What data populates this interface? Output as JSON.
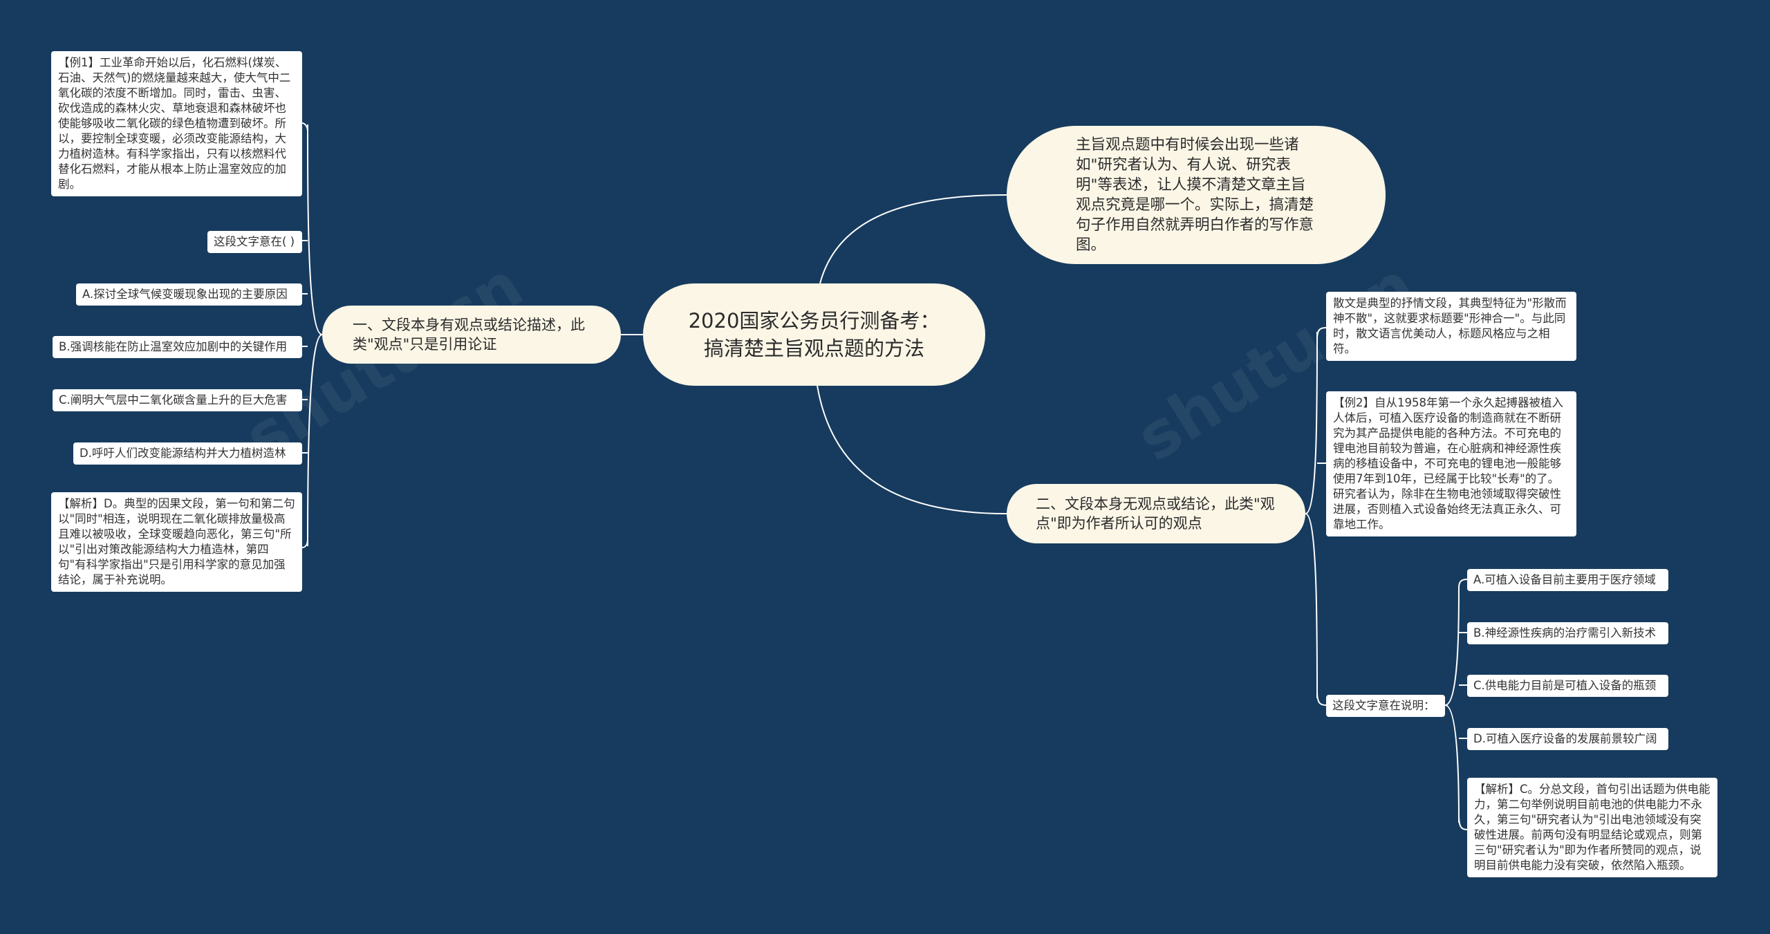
{
  "center": {
    "title": "2020国家公务员行测备考：搞清楚主旨观点题的方法"
  },
  "branches": {
    "left": {
      "label": "一、文段本身有观点或结论描述，此类\"观点\"只是引用论证",
      "items": [
        "【例1】工业革命开始以后，化石燃料(煤炭、石油、天然气)的燃烧量越来越大，使大气中二氧化碳的浓度不断增加。同时，雷击、虫害、砍伐造成的森林火灾、草地衰退和森林破坏也使能够吸收二氧化碳的绿色植物遭到破坏。所以，要控制全球变暖，必须改变能源结构，大力植树造林。有科学家指出，只有以核燃料代替化石燃料，才能从根本上防止温室效应的加剧。",
        "这段文字意在( )",
        "A.探讨全球气候变暖现象出现的主要原因",
        "B.强调核能在防止温室效应加剧中的关键作用",
        "C.阐明大气层中二氧化碳含量上升的巨大危害",
        "D.呼吁人们改变能源结构并大力植树造林",
        "【解析】D。典型的因果文段，第一句和第二句以\"同时\"相连，说明现在二氧化碳排放量极高且难以被吸收，全球变暖趋向恶化，第三句\"所以\"引出对策改能源结构大力植造林，第四句\"有科学家指出\"只是引用科学家的意见加强结论，属于补充说明。"
      ]
    },
    "right_top": {
      "label": "主旨观点题中有时候会出现一些诸如\"研究者认为、有人说、研究表明\"等表述，让人摸不清楚文章主旨观点究竟是哪一个。实际上，搞清楚句子作用自然就弄明白作者的写作意图。"
    },
    "right": {
      "label": "二、文段本身无观点或结论，此类\"观点\"即为作者所认可的观点",
      "items": [
        "散文是典型的抒情文段，其典型特征为\"形散而神不散\"，这就要求标题要\"形神合一\"。与此同时，散文语言优美动人，标题风格应与之相符。",
        "【例2】自从1958年第一个永久起搏器被植入人体后，可植入医疗设备的制造商就在不断研究为其产品提供电能的各种方法。不可充电的锂电池目前较为普遍，在心脏病和神经源性疾病的移植设备中，不可充电的锂电池一般能够使用7年到10年，已经属于比较\"长寿\"的了。研究者认为，除非在生物电池领域取得突破性进展，否则植入式设备始终无法真正永久、可靠地工作。",
        "这段文字意在说明："
      ],
      "sub_items": [
        "A.可植入设备目前主要用于医疗领域",
        "B.神经源性疾病的治疗需引入新技术",
        "C.供电能力目前是可植入设备的瓶颈",
        "D.可植入医疗设备的发展前景较广阔",
        "【解析】C。分总文段，首句引出话题为供电能力，第二句举例说明目前电池的供电能力不永久，第三句\"研究者认为\"引出电池领域没有突破性进展。前两句没有明显结论或观点，则第三句\"研究者认为\"即为作者所赞同的观点，说明目前供电能力没有突破，依然陷入瓶颈。"
      ]
    }
  },
  "colors": {
    "background": "#173b5e",
    "node": "#fbf6e6",
    "leaf": "#ffffff",
    "link": "#ffffff"
  }
}
